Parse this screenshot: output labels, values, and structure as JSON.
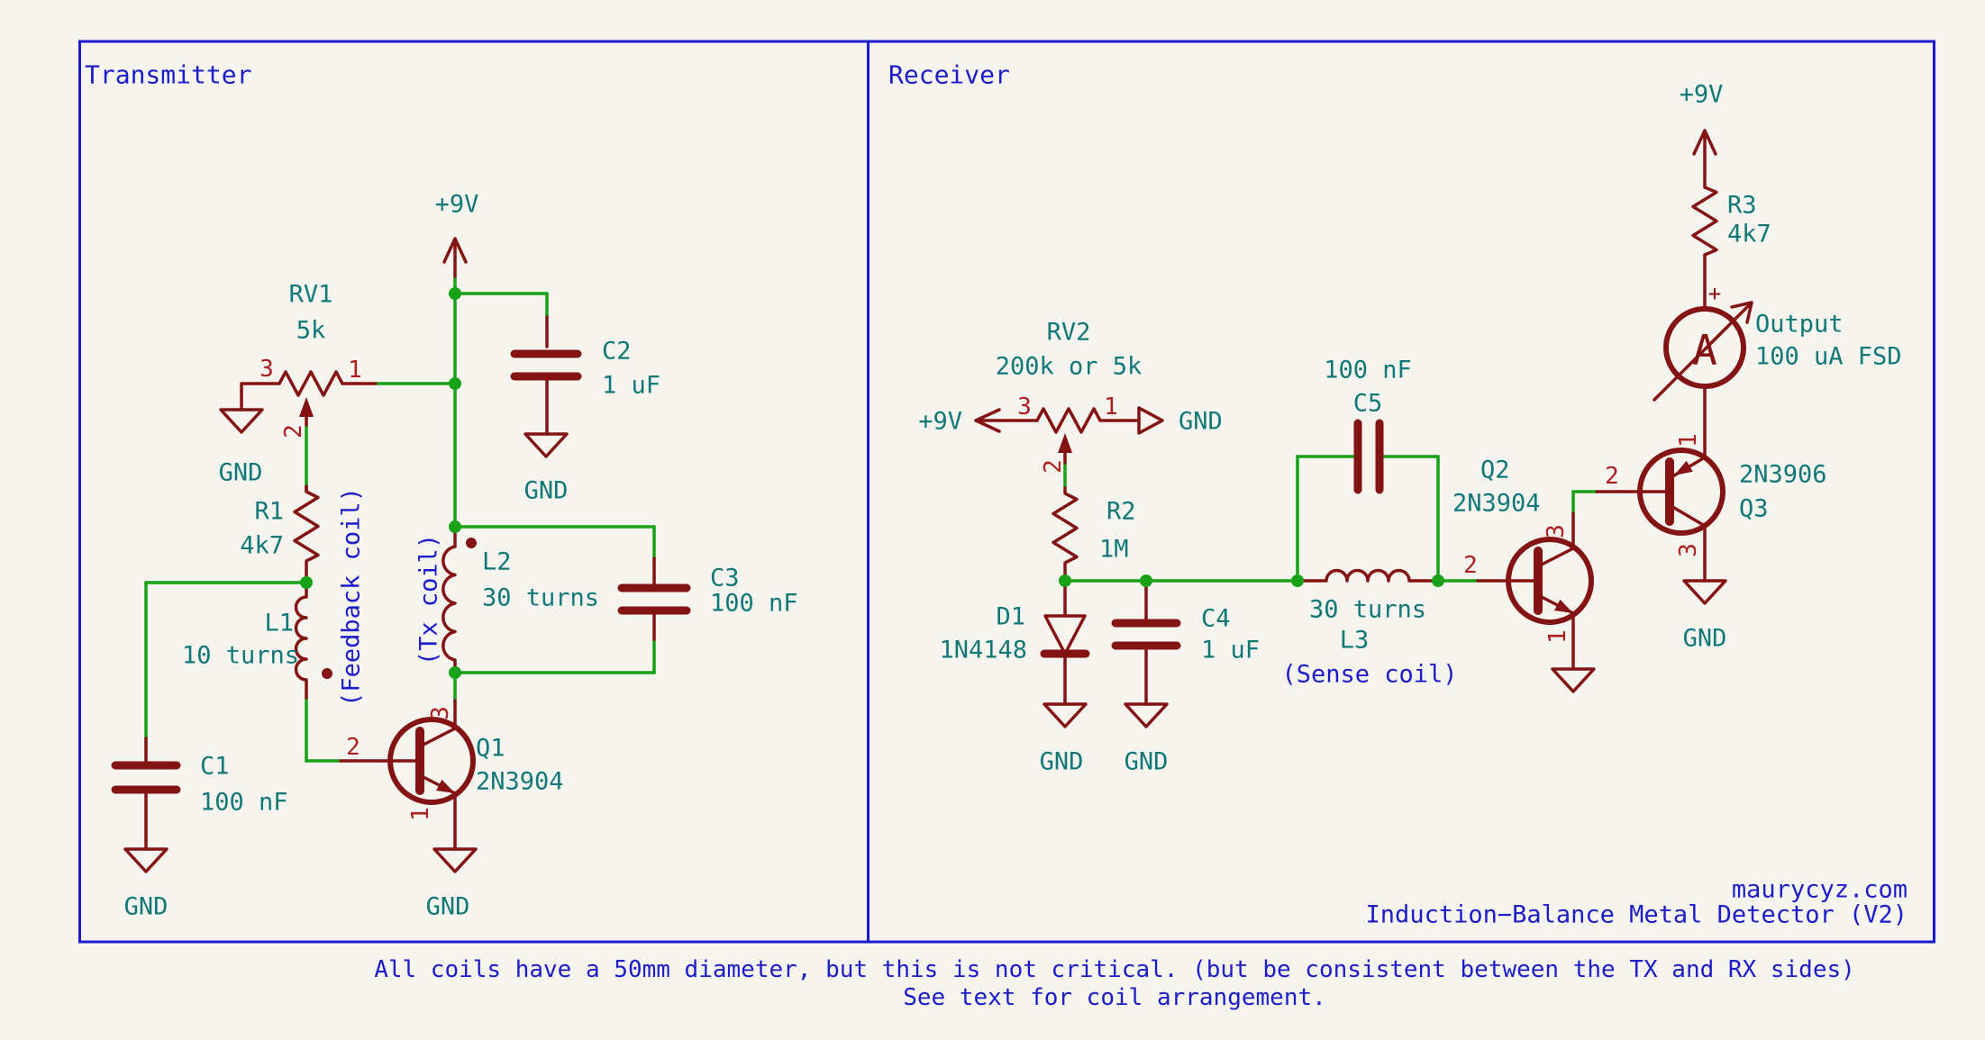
{
  "palette": {
    "background": "#F5F4EF",
    "border_blue": "#1B1BCB",
    "wire_green": "#17A217",
    "device_red": "#841414",
    "field_teal": "#117877",
    "note_blue": "#1C1CC9",
    "pin_number_red": "#AD1F1F"
  },
  "sheet": {
    "transmitter_title": "Transmitter",
    "receiver_title": "Receiver",
    "credit": "maurycyz.com",
    "doc_title": "Induction−Balance Metal Detector (V2)",
    "note_line1": "All coils have a 50mm diameter, but this is not critical. (but be consistent between the TX and RX sides)",
    "note_line2": "See text for coil arrangement."
  },
  "tx": {
    "power_label": "+9V",
    "rv1": {
      "ref": "RV1",
      "value": "5k",
      "pin1": "1",
      "pin2": "2",
      "pin3": "3"
    },
    "rv1_gnd": "GND",
    "c2": {
      "ref": "C2",
      "value": "1 uF"
    },
    "c2_gnd": "GND",
    "r1": {
      "ref": "R1",
      "value": "4k7"
    },
    "l1": {
      "ref": "L1",
      "value": "10 turns",
      "note": "(Feedback coil)"
    },
    "l2": {
      "ref": "L2",
      "value": "30 turns",
      "note": "(Tx coil)"
    },
    "c3": {
      "ref": "C3",
      "value": "100 nF"
    },
    "c1": {
      "ref": "C1",
      "value": "100 nF"
    },
    "c1_gnd": "GND",
    "q1": {
      "ref": "Q1",
      "value": "2N3904",
      "pin1": "1",
      "pin2": "2",
      "pin3": "3"
    },
    "q1_gnd": "GND"
  },
  "rx": {
    "rv2": {
      "ref": "RV2",
      "value": "200k or 5k",
      "pin1": "1",
      "pin2": "2",
      "pin3": "3",
      "left_label": "+9V",
      "right_label": "GND"
    },
    "r2": {
      "ref": "R2",
      "value": "1M"
    },
    "d1": {
      "ref": "D1",
      "value": "1N4148"
    },
    "d1_gnd": "GND",
    "c4": {
      "ref": "C4",
      "value": "1 uF"
    },
    "c4_gnd": "GND",
    "c5": {
      "ref": "C5",
      "value": "100 nF"
    },
    "l3": {
      "ref": "L3",
      "value": "30 turns",
      "note": "(Sense coil)"
    },
    "q2": {
      "ref": "Q2",
      "value": "2N3904",
      "pin1": "1",
      "pin2": "2",
      "pin3": "3"
    },
    "q3": {
      "ref": "Q3",
      "value": "2N3906",
      "pin1": "1",
      "pin2": "2",
      "pin3": "3"
    },
    "q3_gnd": "GND",
    "power_label": "+9V",
    "r3": {
      "ref": "R3",
      "value": "4k7"
    },
    "meter": {
      "letter": "A",
      "plus": "+",
      "line1": "Output",
      "line2": "100 uA FSD"
    }
  }
}
